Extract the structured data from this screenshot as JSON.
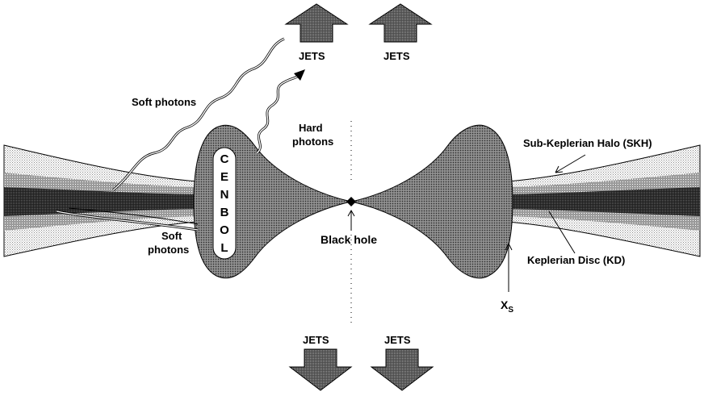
{
  "labels": {
    "jets_top_left": "JETS",
    "jets_top_right": "JETS",
    "jets_bottom_left": "JETS",
    "jets_bottom_right": "JETS",
    "soft_photons_top": "Soft photons",
    "hard_photons_line1": "Hard",
    "hard_photons_line2": "photons",
    "soft_photons_bottom_line1": "Soft",
    "soft_photons_bottom_line2": "photons",
    "black_hole": "Black hole",
    "skh": "Sub-Keplerian Halo (SKH)",
    "kd": "Keplerian Disc (KD)",
    "xs_main": "X",
    "xs_sub": "S",
    "cenbol_letters": [
      "C",
      "E",
      "N",
      "B",
      "O",
      "L"
    ]
  },
  "colors": {
    "halo": "#c8c8c8",
    "disc": "#3a3a3a",
    "cenbol": "#6e6e6e",
    "jet": "#555555"
  }
}
